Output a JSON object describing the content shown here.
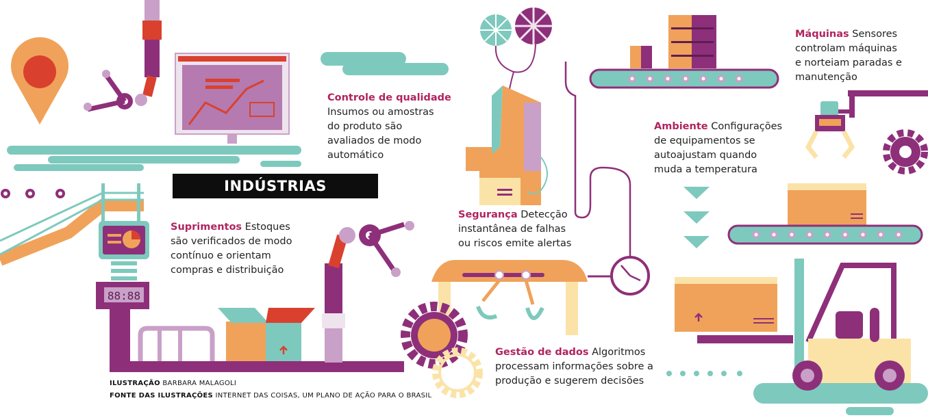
{
  "title": "INDÚSTRIAS CONECTADAS",
  "callouts": {
    "controle": {
      "heading": "Controle de qualidade",
      "lines": [
        "Insumos ou amostras",
        "do produto são",
        "avaliados de modo",
        "automático"
      ]
    },
    "suprimentos": {
      "heading": "Suprimentos",
      "first": "Estoques",
      "lines": [
        "são verificados de modo",
        "contínuo e orientam",
        "compras e distribuição"
      ]
    },
    "seguranca": {
      "heading": "Segurança",
      "first": "Detecção",
      "lines": [
        "instantânea de falhas",
        "ou riscos emite alertas"
      ]
    },
    "gestao": {
      "heading": "Gestão de dados",
      "first": "Algoritmos",
      "lines": [
        "processam informações sobre a",
        "produção e sugerem decisões"
      ]
    },
    "ambiente": {
      "heading": "Ambiente",
      "first": "Configurações",
      "lines": [
        "de equipamentos se",
        "autoajustam quando",
        "muda a temperatura"
      ]
    },
    "maquinas": {
      "heading": "Máquinas",
      "first": "Sensores",
      "lines": [
        "controlam máquinas",
        "e norteiam paradas e",
        "manutenção"
      ]
    }
  },
  "credits": {
    "illustration_label": "ILUSTRAÇÃO",
    "illustration_value": "BARBARA MALAGOLI",
    "source_label": "FONTE DAS ILUSTRAÇÕES",
    "source_value": "INTERNET DAS COISAS, UM PLANO DE AÇÃO PARA O BRASIL"
  },
  "display_readout": "88:88",
  "colors": {
    "purple": "#8e2f7a",
    "teal": "#7ec9bd",
    "orange": "#f0a25a",
    "red": "#d9412e",
    "magenta": "#b0245e",
    "lilac": "#c9a0c8"
  },
  "icons": [
    "location-pin-icon",
    "robot-arm-icon",
    "monitor-chart-icon",
    "gear-icon",
    "clock-gauge-icon",
    "forklift-icon",
    "server-rack-icon",
    "down-arrow-icon",
    "box-icon"
  ]
}
